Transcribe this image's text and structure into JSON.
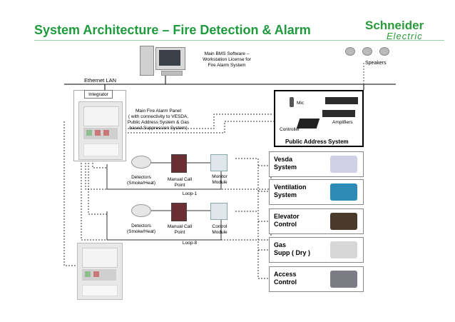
{
  "title": "System Architecture – Fire Detection  & Alarm",
  "logo": {
    "line1": "Schneider",
    "line2": "Electric"
  },
  "workstation_label": "Main BMS Software –\nWorkstation License for\nFire Alarm System",
  "ethernet_label": "Ethernet LAN",
  "integrator_label": "Integrator",
  "panel_label": "Main Fire Alarm Panel\n( with connectivity to VESDA,\nPublic Address System & Gas\nbased Suppression System)",
  "speakers_label": "Speakers",
  "mic_label": "Mic",
  "amplifiers_label": "Amplifiers",
  "controller_label": "Controller",
  "pa_system_label": "Public Address System",
  "loop1": {
    "detectors": "Detectors\n(Smoke/Heat)",
    "mcp": "Manual Call\nPoint",
    "module": "Monitor\nModule",
    "loop": "Loop-1"
  },
  "loop8": {
    "detectors": "Detectors\n(Smoke/Heat)",
    "mcp": "Manual Call\nPoint",
    "module": "Control\nModule",
    "loop": "Loop-8"
  },
  "systems": [
    {
      "label": "Vesda\nSystem"
    },
    {
      "label": "Ventilation\nSystem"
    },
    {
      "label": "Elevator\nControl"
    },
    {
      "label": "Gas\nSupp ( Dry )"
    },
    {
      "label": "Access\nControl"
    }
  ],
  "colors": {
    "title": "#1f9a3c",
    "brand": "#2a9a3a"
  }
}
